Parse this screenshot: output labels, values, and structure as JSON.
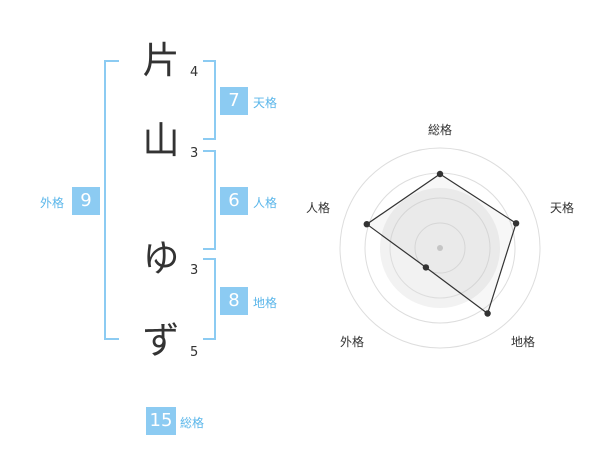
{
  "name": {
    "chars": [
      {
        "char": "片",
        "strokes": "4"
      },
      {
        "char": "山",
        "strokes": "3"
      },
      {
        "char": "ゆ",
        "strokes": "3"
      },
      {
        "char": "ず",
        "strokes": "5"
      }
    ]
  },
  "kakusu": {
    "tenkaku": {
      "label": "天格",
      "value": "7"
    },
    "jinkaku": {
      "label": "人格",
      "value": "6"
    },
    "chikaku": {
      "label": "地格",
      "value": "8"
    },
    "gaikaku": {
      "label": "外格",
      "value": "9"
    },
    "soukaku": {
      "label": "総格",
      "value": "15"
    }
  },
  "colors": {
    "accent": "#8ccbf2",
    "label": "#5ab6ea",
    "text": "#333333"
  },
  "chart_data": {
    "type": "radar",
    "axes": [
      "総格",
      "天格",
      "地格",
      "外格",
      "人格"
    ],
    "values": [
      0.74,
      0.8,
      0.81,
      0.24,
      0.77
    ],
    "grid": true,
    "rings": 4
  }
}
